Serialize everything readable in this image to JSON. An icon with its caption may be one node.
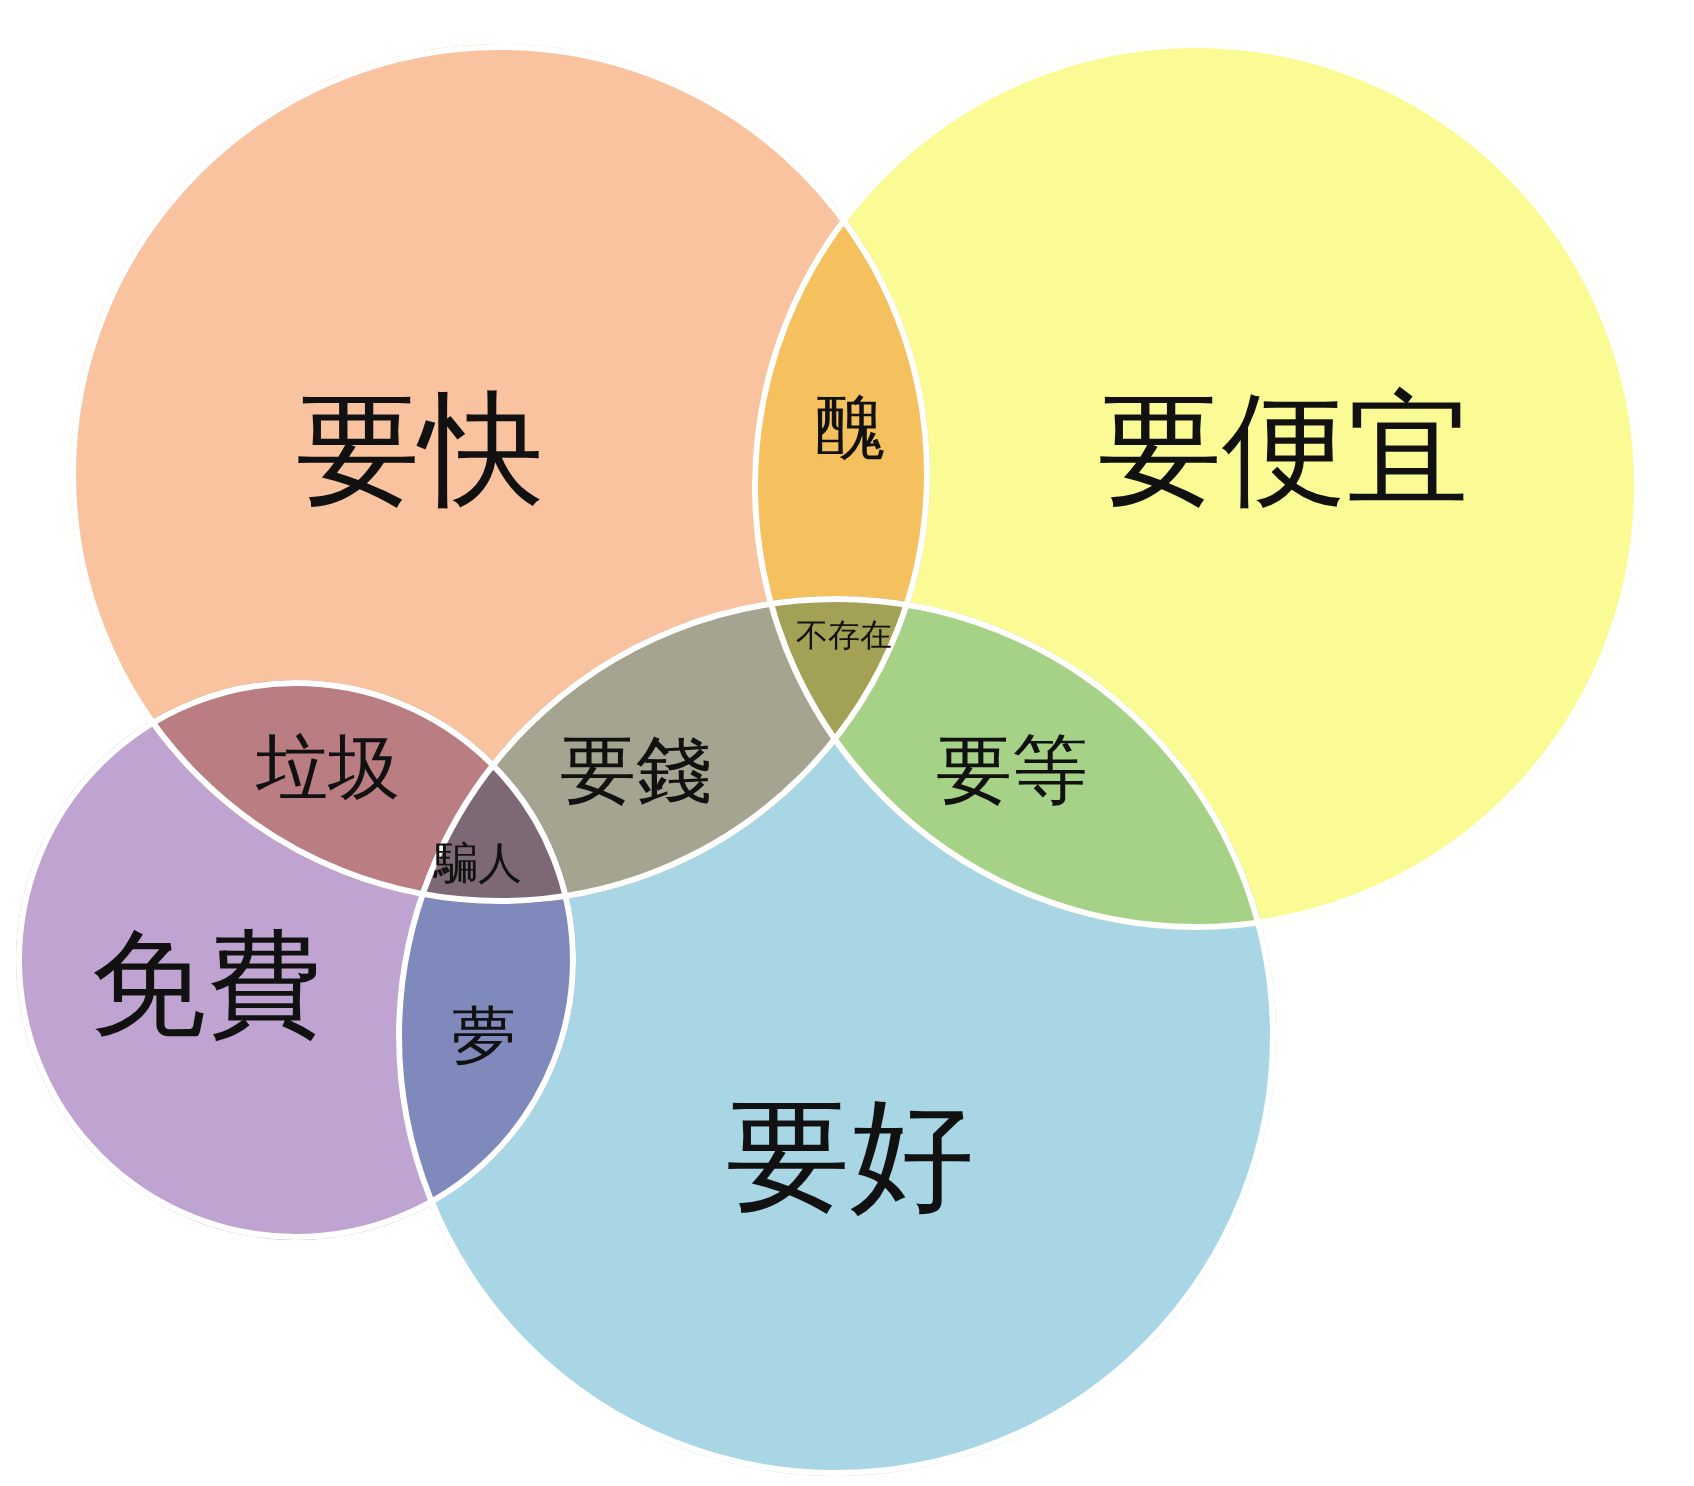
{
  "diagram": {
    "nodes": [
      {
        "text": [
          "要快"
        ]
      },
      {
        "text": [
          "要便宜"
        ]
      },
      {
        "text": [
          "要好"
        ]
      },
      {
        "text": [
          "免費"
        ]
      }
    ],
    "labels": [
      "醜",
      "不存在",
      "垃圾",
      "要錢",
      "要等",
      "騙人",
      "夢"
    ]
  }
}
